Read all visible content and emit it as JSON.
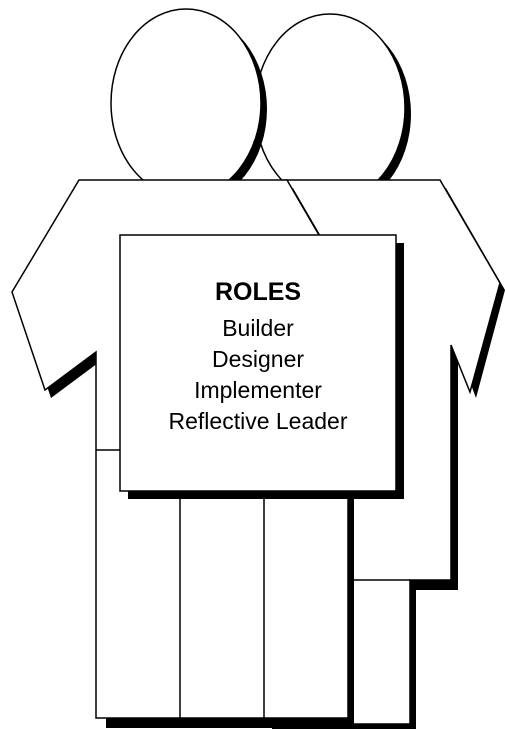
{
  "card": {
    "title": "ROLES",
    "roles": [
      "Builder",
      "Designer",
      "Implementer",
      "Reflective Leader"
    ]
  },
  "colors": {
    "outline": "#000000",
    "fill": "#ffffff",
    "shadow": "#000000"
  }
}
